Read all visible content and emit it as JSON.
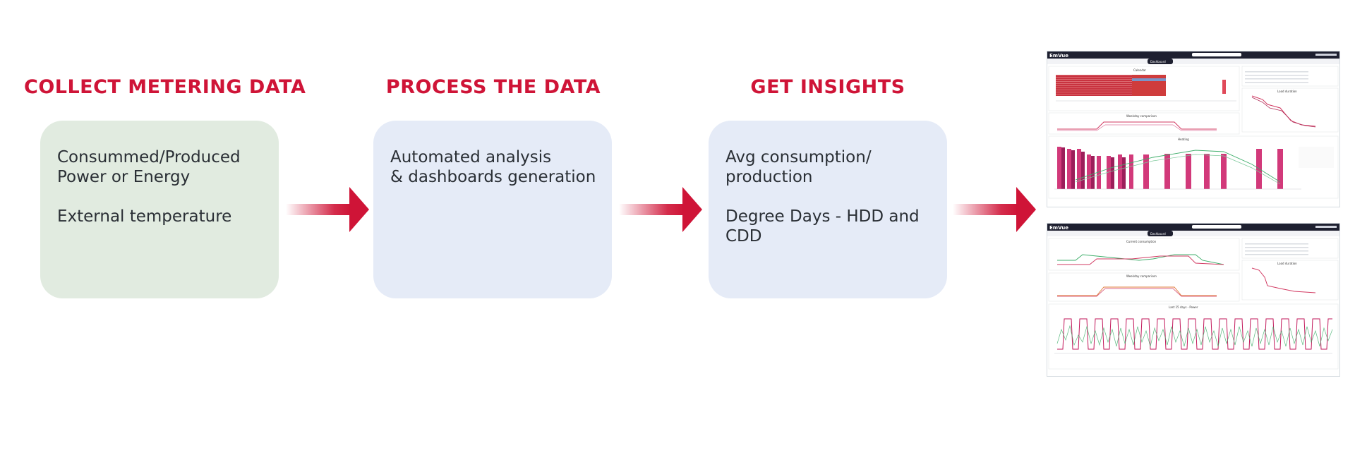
{
  "steps": [
    {
      "title": "COLLECT METERING DATA",
      "lines": [
        "Consummed/Produced",
        "Power or Energy",
        "",
        "External temperature"
      ],
      "color": "#e1ebe0"
    },
    {
      "title": "PROCESS THE DATA",
      "lines": [
        "Automated analysis",
        "& dashboards generation"
      ],
      "color": "#e5ebf7"
    },
    {
      "title": "GET INSIGHTS",
      "lines": [
        "Avg consumption/",
        "production",
        "",
        "Degree Days - HDD and",
        "CDD"
      ],
      "color": "#e5ebf7"
    }
  ],
  "colors": {
    "accent": "#cf1437",
    "text": "#2a2f35",
    "dash_header": "#1e2030"
  },
  "icons": [
    "arrow-right-icon"
  ],
  "dashboards": [
    {
      "brand": "EmVue",
      "nav_tab": "Dashboard",
      "panels": [
        "Calendar",
        "Weekday comparison",
        "Load duration",
        "Heating"
      ]
    },
    {
      "brand": "EmVue",
      "nav_tab": "Dashboard",
      "panels": [
        "Current consumption",
        "Weekday comparison",
        "Load duration",
        "Last 15 days - Power"
      ]
    }
  ]
}
